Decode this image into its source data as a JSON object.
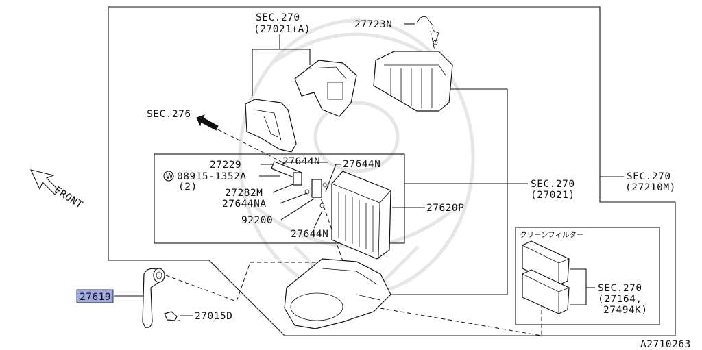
{
  "diagram": {
    "callouts": {
      "sec270_top": "SEC.270",
      "sec270_top_sub": "(27021+A)",
      "part_27723N": "27723N",
      "sec276": "SEC.276",
      "part_27229": "27229",
      "part_27644N_a": "27644N",
      "part_27644N_b": "27644N",
      "bolt_symbol": "W",
      "part_08915": "08915-1352A",
      "qty_2": "(2)",
      "part_27282M": "27282M",
      "part_27644NA": "27644NA",
      "part_92200": "92200",
      "part_27644N_c": "27644N",
      "part_27620P": "27620P",
      "sec270_mid": "SEC.270",
      "sec270_mid_sub": "(27021)",
      "sec270_right": "SEC.270",
      "sec270_right_sub": "(27210M)",
      "filter_title": "クリーンフィルター",
      "sec270_filter": "SEC.270",
      "sec270_filter_sub1": "(27164,",
      "sec270_filter_sub2": "27494K)",
      "part_27619": "27619",
      "part_27015D": "27015D",
      "front": "FRONT",
      "diagram_id": "A2710263"
    },
    "highlight_color": "#9fa8e0",
    "line_color": "#111111"
  }
}
